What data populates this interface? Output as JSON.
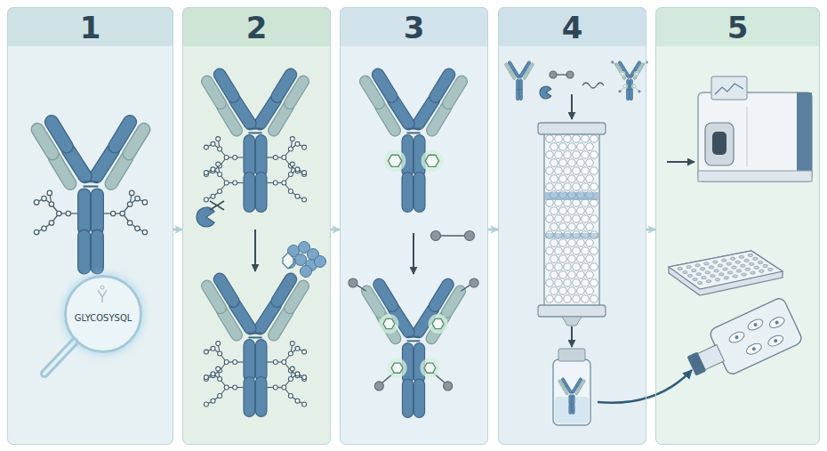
{
  "diagram": {
    "nodes": [
      {
        "text": [
          "1"
        ]
      },
      {
        "text": [
          "GLYCOSYSQL"
        ],
        "in": 0
      },
      {
        "text": [
          "2"
        ]
      },
      {
        "text": [
          "3"
        ]
      },
      {
        "text": [
          "4"
        ]
      },
      {
        "text": [
          "5"
        ]
      }
    ],
    "edges": [
      {
        "from": 0,
        "to": 2,
        "arrow": "to"
      },
      {
        "from": 2,
        "to": 3,
        "arrow": "to"
      },
      {
        "from": 3,
        "to": 4,
        "arrow": "to"
      },
      {
        "from": 4,
        "to": 5,
        "arrow": "to"
      }
    ]
  }
}
